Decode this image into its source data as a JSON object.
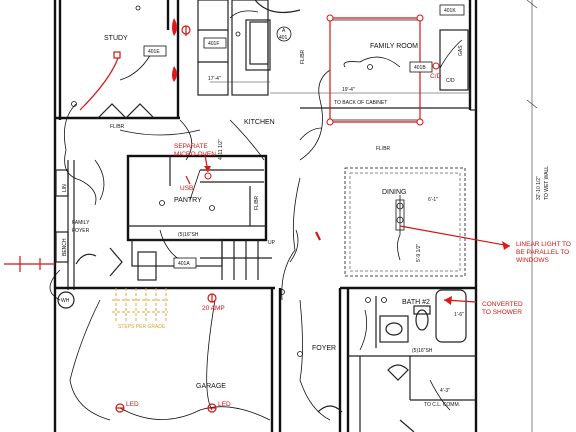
{
  "rooms": {
    "study": "STUDY",
    "family_room": "FAMILY ROOM",
    "kitchen": "KITCHEN",
    "pantry": "PANTRY",
    "dining": "DINING",
    "bath2": "BATH #2",
    "foyer": "FOYER",
    "garage": "GARAGE",
    "family_foyer_1": "FAMILY",
    "family_foyer_2": "FOYER"
  },
  "tags": {
    "t401e": "401E",
    "t401f": "401F",
    "t401a": "401A",
    "t401b": "401B",
    "t401k": "401K",
    "a401_top": "A",
    "a401_bot": "401"
  },
  "dimensions": {
    "d17_4": "17'-4\"",
    "d19_4": "19'-4\"",
    "d4_11": "4'-11 1/2\"",
    "d6_1": "6'-1\"",
    "d5_9": "5'-9 1/2\"",
    "d4_3": "4'-3\"",
    "d1_6": "1'-6\"",
    "d32": "32'-10 1/2\"",
    "to_back_cabinet": "TO BACK OF CABINET",
    "to_wet_wall": "TO WET WALL",
    "to_cl_comm": "TO C.L. COMM."
  },
  "small_text": {
    "flbr_1": "FL/BR",
    "flbr_2": "FL/BR",
    "flbr_3": "FL/BR",
    "fl_br_v": "FL/BR",
    "gas": "GAS",
    "cd_black": "C/D",
    "wh": "WH",
    "up": "UP",
    "shelf": "(5)16\"SH",
    "bench": "BENCH",
    "steps": "STEPS PER GRADE",
    "closet": "LIN",
    "shelving": "(5)16\"SH"
  },
  "annotations": {
    "separate_micro_1": "SEPARATE",
    "separate_micro_2": "MICRO OVEN",
    "usb": "USB",
    "cd": "C/D",
    "amp20": "20 AMP",
    "linear_1": "LINEAR LIGHT TO",
    "linear_2": "BE PARALLEL TO",
    "linear_3": "WINDOWS",
    "converted_1": "CONVERTED",
    "converted_2": "TO SHOWER",
    "led_1": "LED",
    "led_2": "LED"
  },
  "colors": {
    "annotation_red": "#d41414",
    "line_black": "#111111",
    "stairs_orange": "#e0a030"
  }
}
